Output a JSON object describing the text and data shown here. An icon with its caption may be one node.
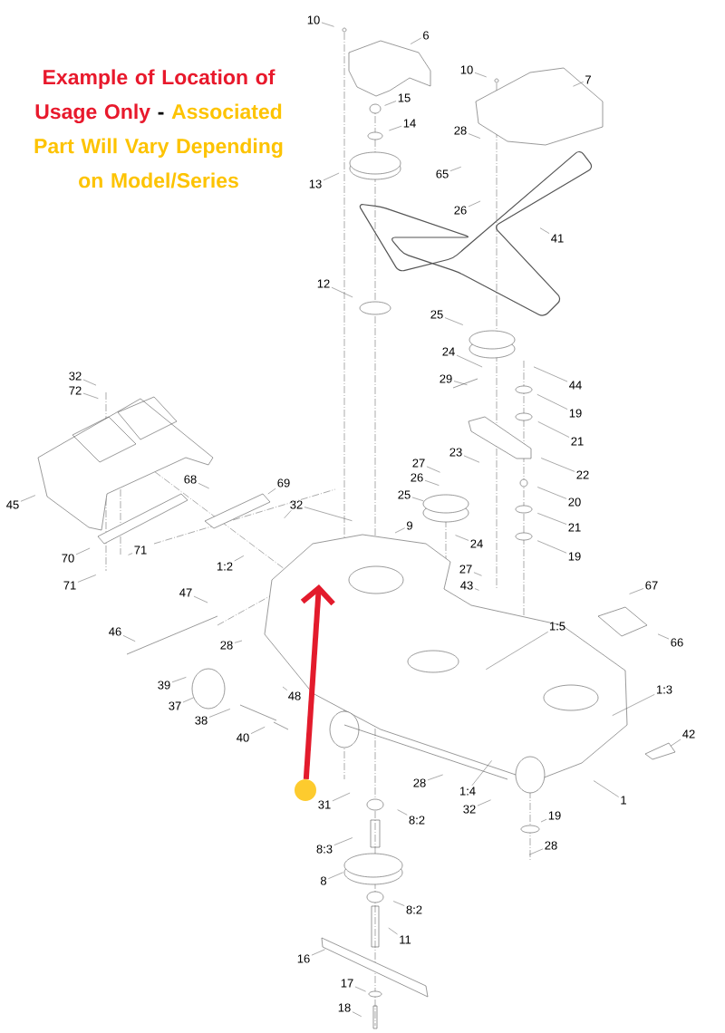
{
  "diagram": {
    "nodes": [
      {
        "text": [
          "10"
        ]
      },
      {
        "text": [
          "6"
        ]
      },
      {
        "text": [
          "10"
        ]
      },
      {
        "text": [
          "7"
        ]
      },
      {
        "text": [
          "15"
        ]
      },
      {
        "text": [
          "14"
        ]
      },
      {
        "text": [
          "28"
        ]
      },
      {
        "text": [
          "65"
        ]
      },
      {
        "text": [
          "13"
        ]
      },
      {
        "text": [
          "26"
        ]
      },
      {
        "text": [
          "41"
        ]
      },
      {
        "text": [
          "12"
        ]
      },
      {
        "text": [
          "25"
        ]
      },
      {
        "text": [
          "24"
        ]
      },
      {
        "text": [
          "29"
        ]
      },
      {
        "text": [
          "44"
        ]
      },
      {
        "text": [
          "19"
        ]
      },
      {
        "text": [
          "21"
        ]
      },
      {
        "text": [
          "23"
        ]
      },
      {
        "text": [
          "27"
        ]
      },
      {
        "text": [
          "22"
        ]
      },
      {
        "text": [
          "26"
        ]
      },
      {
        "text": [
          "25"
        ]
      },
      {
        "text": [
          "20"
        ]
      },
      {
        "text": [
          "9"
        ]
      },
      {
        "text": [
          "21"
        ]
      },
      {
        "text": [
          "24"
        ]
      },
      {
        "text": [
          "19"
        ]
      },
      {
        "text": [
          "27"
        ]
      },
      {
        "text": [
          "43"
        ]
      },
      {
        "text": [
          "32"
        ]
      },
      {
        "text": [
          "72"
        ]
      },
      {
        "text": [
          "45"
        ]
      },
      {
        "text": [
          "68"
        ]
      },
      {
        "text": [
          "69"
        ]
      },
      {
        "text": [
          "32"
        ]
      },
      {
        "text": [
          "70"
        ]
      },
      {
        "text": [
          "71"
        ]
      },
      {
        "text": [
          "71"
        ]
      },
      {
        "text": [
          "1:2"
        ]
      },
      {
        "text": [
          "47"
        ]
      },
      {
        "text": [
          "46"
        ]
      },
      {
        "text": [
          "28"
        ]
      },
      {
        "text": [
          "1:5"
        ]
      },
      {
        "text": [
          "67"
        ]
      },
      {
        "text": [
          "66"
        ]
      },
      {
        "text": [
          "39"
        ]
      },
      {
        "text": [
          "48"
        ]
      },
      {
        "text": [
          "37"
        ]
      },
      {
        "text": [
          "38"
        ]
      },
      {
        "text": [
          "40"
        ]
      },
      {
        "text": [
          "1:3"
        ]
      },
      {
        "text": [
          "42"
        ]
      },
      {
        "text": [
          "28"
        ]
      },
      {
        "text": [
          "1:4"
        ]
      },
      {
        "text": [
          "32"
        ]
      },
      {
        "text": [
          "1"
        ]
      },
      {
        "text": [
          "31"
        ]
      },
      {
        "text": [
          "8:2"
        ]
      },
      {
        "text": [
          "8:3"
        ]
      },
      {
        "text": [
          "19"
        ]
      },
      {
        "text": [
          "28"
        ]
      },
      {
        "text": [
          "8"
        ]
      },
      {
        "text": [
          "8:2"
        ]
      },
      {
        "text": [
          "11"
        ]
      },
      {
        "text": [
          "16"
        ]
      },
      {
        "text": [
          "17"
        ]
      },
      {
        "text": [
          "18"
        ]
      },
      {
        "text": [],
        "shape": "circle"
      }
    ],
    "edges": [
      {
        "from": 0,
        "to": null,
        "arrow": "none"
      },
      {
        "from": 1,
        "to": null,
        "arrow": "none"
      },
      {
        "from": 2,
        "to": null,
        "arrow": "none"
      },
      {
        "from": 3,
        "to": null,
        "arrow": "none"
      },
      {
        "from": 4,
        "to": null,
        "arrow": "none"
      },
      {
        "from": 5,
        "to": null,
        "arrow": "none"
      },
      {
        "from": 6,
        "to": null,
        "arrow": "none"
      },
      {
        "from": 7,
        "to": null,
        "arrow": "none"
      },
      {
        "from": 8,
        "to": null,
        "arrow": "none"
      },
      {
        "from": 9,
        "to": null,
        "arrow": "none"
      },
      {
        "from": 10,
        "to": null,
        "arrow": "none"
      },
      {
        "from": 11,
        "to": null,
        "arrow": "none"
      },
      {
        "from": 12,
        "to": null,
        "arrow": "none"
      },
      {
        "from": 13,
        "to": null,
        "arrow": "none"
      },
      {
        "from": 14,
        "to": null,
        "arrow": "none"
      },
      {
        "from": 15,
        "to": null,
        "arrow": "none"
      },
      {
        "from": 16,
        "to": null,
        "arrow": "none"
      },
      {
        "from": 17,
        "to": null,
        "arrow": "none"
      },
      {
        "from": 18,
        "to": null,
        "arrow": "none"
      },
      {
        "from": 19,
        "to": null,
        "arrow": "none"
      },
      {
        "from": 20,
        "to": null,
        "arrow": "none"
      },
      {
        "from": 21,
        "to": null,
        "arrow": "none"
      },
      {
        "from": 22,
        "to": null,
        "arrow": "none"
      },
      {
        "from": 23,
        "to": null,
        "arrow": "none"
      },
      {
        "from": 24,
        "to": null,
        "arrow": "none"
      },
      {
        "from": 25,
        "to": null,
        "arrow": "none"
      },
      {
        "from": 26,
        "to": null,
        "arrow": "none"
      },
      {
        "from": 27,
        "to": null,
        "arrow": "none"
      },
      {
        "from": 28,
        "to": null,
        "arrow": "none"
      },
      {
        "from": 29,
        "to": null,
        "arrow": "none"
      },
      {
        "from": 30,
        "to": null,
        "arrow": "none"
      },
      {
        "from": 31,
        "to": null,
        "arrow": "none"
      },
      {
        "from": 32,
        "to": null,
        "arrow": "none"
      },
      {
        "from": 33,
        "to": null,
        "arrow": "none"
      },
      {
        "from": 34,
        "to": null,
        "arrow": "none"
      },
      {
        "from": 35,
        "to": null,
        "arrow": "none"
      },
      {
        "from": 36,
        "to": null,
        "arrow": "none"
      },
      {
        "from": 37,
        "to": null,
        "arrow": "none"
      },
      {
        "from": 38,
        "to": null,
        "arrow": "none"
      },
      {
        "from": 39,
        "to": null,
        "arrow": "none"
      },
      {
        "from": 40,
        "to": null,
        "arrow": "none"
      },
      {
        "from": 41,
        "to": null,
        "arrow": "none"
      },
      {
        "from": 42,
        "to": null,
        "arrow": "none"
      },
      {
        "from": 43,
        "to": null,
        "arrow": "none"
      },
      {
        "from": 44,
        "to": null,
        "arrow": "none"
      },
      {
        "from": 45,
        "to": null,
        "arrow": "none"
      },
      {
        "from": 46,
        "to": null,
        "arrow": "none"
      },
      {
        "from": 47,
        "to": null,
        "arrow": "none"
      },
      {
        "from": 48,
        "to": null,
        "arrow": "none"
      },
      {
        "from": 49,
        "to": null,
        "arrow": "none"
      },
      {
        "from": 50,
        "to": null,
        "arrow": "none"
      },
      {
        "from": 51,
        "to": null,
        "arrow": "none"
      },
      {
        "from": 52,
        "to": null,
        "arrow": "none"
      },
      {
        "from": 53,
        "to": null,
        "arrow": "none"
      },
      {
        "from": 54,
        "to": null,
        "arrow": "none"
      },
      {
        "from": 55,
        "to": null,
        "arrow": "none"
      },
      {
        "from": 56,
        "to": null,
        "arrow": "none"
      },
      {
        "from": 57,
        "to": null,
        "arrow": "none"
      },
      {
        "from": 58,
        "to": null,
        "arrow": "none"
      },
      {
        "from": 59,
        "to": null,
        "arrow": "none"
      },
      {
        "from": 60,
        "to": null,
        "arrow": "none"
      },
      {
        "from": 61,
        "to": null,
        "arrow": "none"
      },
      {
        "from": 62,
        "to": null,
        "arrow": "none"
      },
      {
        "from": 63,
        "to": null,
        "arrow": "none"
      },
      {
        "from": 64,
        "to": null,
        "arrow": "none"
      },
      {
        "from": 65,
        "to": null,
        "arrow": "none"
      },
      {
        "from": 66,
        "to": null,
        "arrow": "none"
      },
      {
        "from": 67,
        "to": null,
        "arrow": "none"
      },
      {
        "from": 35,
        "to": null,
        "arrow": "none"
      },
      {
        "from": 68,
        "to": null,
        "arrow": "to",
        "style": "thick",
        "color": "#e31b2c"
      }
    ],
    "labels": [
      "Example of Location of Usage Only",
      "-",
      "Associated Part Will Vary Depending on Model/Series"
    ]
  }
}
